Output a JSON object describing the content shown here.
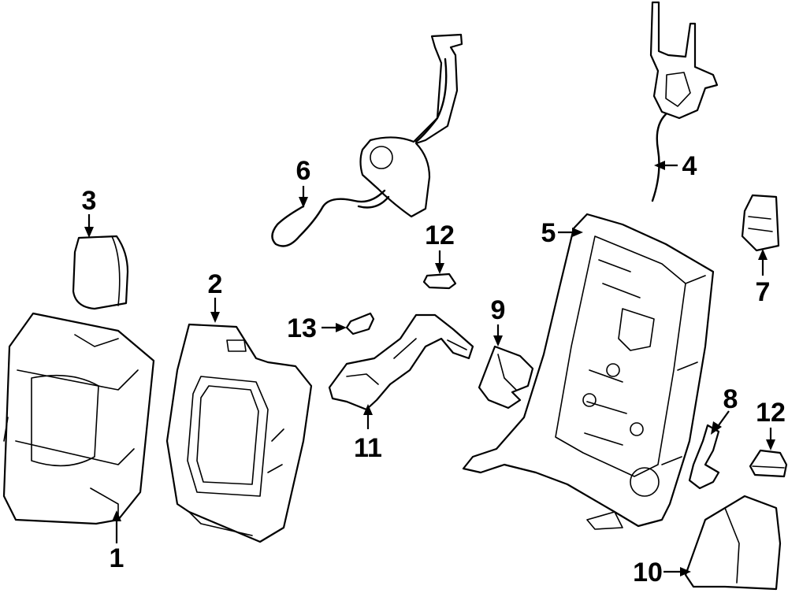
{
  "callouts": {
    "c1": "1",
    "c2": "2",
    "c3": "3",
    "c4": "4",
    "c5": "5",
    "c6": "6",
    "c7": "7",
    "c8": "8",
    "c9": "9",
    "c10": "10",
    "c11": "11",
    "c12a": "12",
    "c12b": "12",
    "c13": "13"
  },
  "colors": {
    "line": "#000000",
    "background": "#ffffff"
  }
}
